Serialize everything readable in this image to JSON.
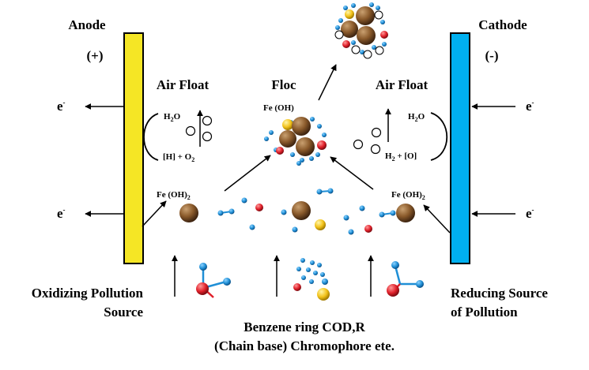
{
  "anode": {
    "title": "Anode",
    "sign": "(+)"
  },
  "cathode": {
    "title": "Cathode",
    "sign": "(-)"
  },
  "electron": {
    "base": "e",
    "sup": "-"
  },
  "air_float": "Air Float",
  "floc": "Floc",
  "anode_side": {
    "water": {
      "pre": "H",
      "sub": "2",
      "post": "O"
    },
    "gases": {
      "pre": "[H] + O",
      "sub": "2",
      "post": ""
    },
    "hydroxide": {
      "pre": "Fe (OH)",
      "sub": "2"
    }
  },
  "cathode_side": {
    "water": {
      "pre": "H",
      "sub": "2",
      "post": "O"
    },
    "gases": {
      "pre": "H",
      "sub": "2",
      "post": " + [O]"
    },
    "hydroxide": {
      "pre": "Fe (OH)",
      "sub": "2"
    }
  },
  "floc_label": "Fe (OH)",
  "left_source": [
    "Oxidizing Pollution",
    "Source"
  ],
  "right_source": [
    "Reducing Source",
    "of Pollution"
  ],
  "bottom_caption": [
    "Benzene ring COD,R",
    "(Chain base) Chromophore ete."
  ],
  "colors": {
    "anode_plate": "#f5e625",
    "cathode_plate": "#00b0f0",
    "iron_particle": "#8a5a2b",
    "blue_particle": "#1f8fd6",
    "red_particle": "#e0202a",
    "yellow_particle": "#f2c21a"
  }
}
